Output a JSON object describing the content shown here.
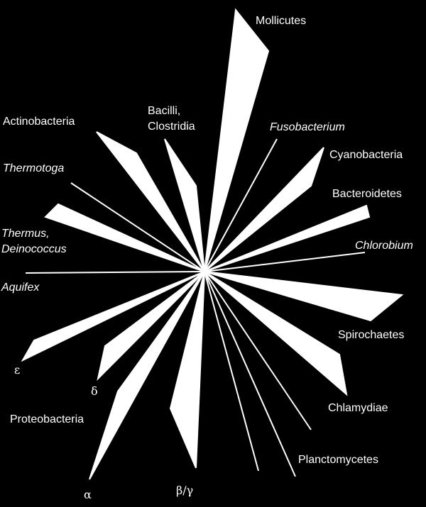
{
  "colors": {
    "background": "#000000",
    "foreground": "#ffffff"
  },
  "taxa": {
    "mollicutes": "Mollicutes",
    "bacilli_l1": "Bacilli,",
    "bacilli_l2": "Clostridia",
    "actinobacteria": "Actinobacteria",
    "fusobacterium": "Fusobacterium",
    "cyanobacteria": "Cyanobacteria",
    "thermotoga": "Thermotoga",
    "bacteroidetes": "Bacteroidetes",
    "thermus_l1": "Thermus,",
    "thermus_l2": "Deinococcus",
    "chlorobium": "Chlorobium",
    "aquifex": "Aquifex",
    "spirochaetes": "Spirochaetes",
    "epsilon": "ε",
    "delta": "δ",
    "chlamydiae": "Chlamydiae",
    "proteobacteria": "Proteobacteria",
    "planctomycetes": "Planctomycetes",
    "alpha": "α",
    "beta_gamma": "β/γ"
  }
}
